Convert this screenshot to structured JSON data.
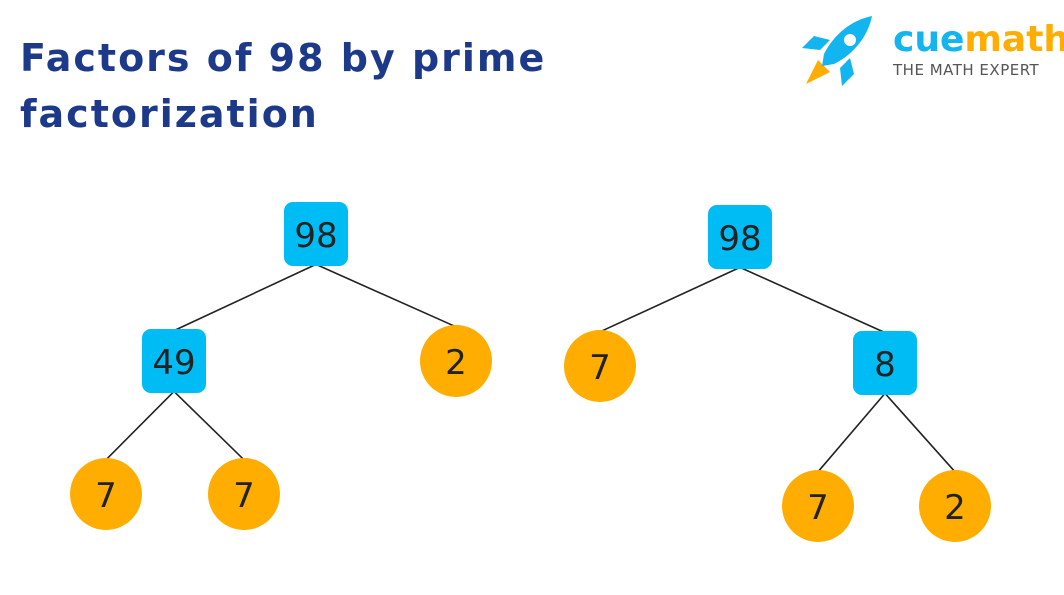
{
  "title": {
    "line1": "Factors of 98 by prime",
    "line2": "factorization"
  },
  "logo": {
    "brand_part1": "cue",
    "brand_part2": "math",
    "tagline": "THE MATH EXPERT",
    "icon": "rocket-icon"
  },
  "colors": {
    "title": "#1d3a8a",
    "composite_node": "#00bcf5",
    "prime_node": "#ffad00",
    "node_text": "#222222",
    "edge": "#222222",
    "brand_cue": "#12b5f0",
    "brand_math": "#ffad00",
    "tagline": "#555555"
  },
  "trees": [
    {
      "name": "left-tree",
      "nodes": [
        {
          "id": "L-root",
          "label": "98",
          "kind": "composite"
        },
        {
          "id": "L-49",
          "label": "49",
          "kind": "composite"
        },
        {
          "id": "L-2",
          "label": "2",
          "kind": "prime"
        },
        {
          "id": "L-7a",
          "label": "7",
          "kind": "prime"
        },
        {
          "id": "L-7b",
          "label": "7",
          "kind": "prime"
        }
      ],
      "edges": [
        [
          "L-root",
          "L-49"
        ],
        [
          "L-root",
          "L-2"
        ],
        [
          "L-49",
          "L-7a"
        ],
        [
          "L-49",
          "L-7b"
        ]
      ]
    },
    {
      "name": "right-tree",
      "nodes": [
        {
          "id": "R-root",
          "label": "98",
          "kind": "composite"
        },
        {
          "id": "R-7",
          "label": "7",
          "kind": "prime"
        },
        {
          "id": "R-8",
          "label": "8",
          "kind": "composite"
        },
        {
          "id": "R-7b",
          "label": "7",
          "kind": "prime"
        },
        {
          "id": "R-2",
          "label": "2",
          "kind": "prime"
        }
      ],
      "edges": [
        [
          "R-root",
          "R-7"
        ],
        [
          "R-root",
          "R-8"
        ],
        [
          "R-8",
          "R-7b"
        ],
        [
          "R-8",
          "R-2"
        ]
      ]
    }
  ]
}
